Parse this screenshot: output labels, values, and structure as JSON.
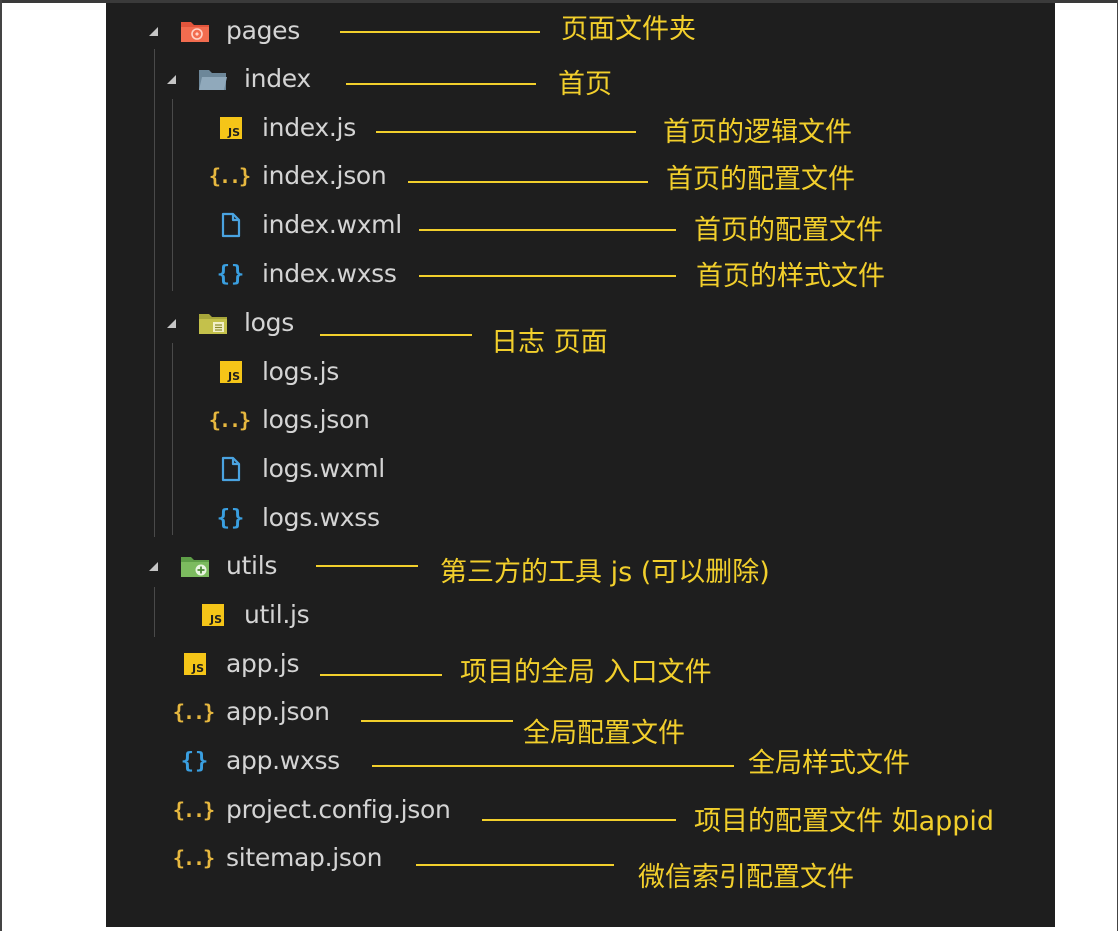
{
  "tree": {
    "pages": {
      "name": "pages",
      "note": "页面文件夹"
    },
    "index": {
      "name": "index",
      "note": "首页"
    },
    "index_js": {
      "name": "index.js",
      "note": "首页的逻辑文件"
    },
    "index_json": {
      "name": "index.json",
      "note": "首页的配置文件"
    },
    "index_wxml": {
      "name": "index.wxml",
      "note": "首页的配置文件"
    },
    "index_wxss": {
      "name": "index.wxss",
      "note": "首页的样式文件"
    },
    "logs": {
      "name": "logs",
      "note": "日志 页面"
    },
    "logs_js": {
      "name": "logs.js"
    },
    "logs_json": {
      "name": "logs.json"
    },
    "logs_wxml": {
      "name": "logs.wxml"
    },
    "logs_wxss": {
      "name": "logs.wxss"
    },
    "utils": {
      "name": "utils",
      "note": "第三方的工具 js   (可以删除)"
    },
    "util_js": {
      "name": "util.js"
    },
    "app_js": {
      "name": "app.js",
      "note": "项目的全局 入口文件"
    },
    "app_json": {
      "name": "app.json",
      "note": "全局配置文件"
    },
    "app_wxss": {
      "name": "app.wxss",
      "note": "全局样式文件"
    },
    "project_config": {
      "name": "project.config.json",
      "note": "项目的配置文件 如appid"
    },
    "sitemap": {
      "name": "sitemap.json",
      "note": "微信索引配置文件"
    }
  },
  "icons": {
    "js": "js-file-icon",
    "json": "json-file-icon",
    "wxml": "wxml-file-icon",
    "wxss": "wxss-file-icon",
    "pages_folder": "pages-folder-icon",
    "index_folder": "folder-open-icon",
    "logs_folder": "logs-folder-icon",
    "utils_folder": "utils-folder-icon",
    "expand": "chevron-expanded-icon"
  },
  "colors": {
    "background": "#1e1e1e",
    "filename": "#d4d4d4",
    "annotation": "#f2cf2c",
    "js_badge": "#f5c518",
    "json_brace": "#e7b83f",
    "wxml_blue": "#4aa3e0",
    "wxss_blue": "#3a9fe0"
  }
}
